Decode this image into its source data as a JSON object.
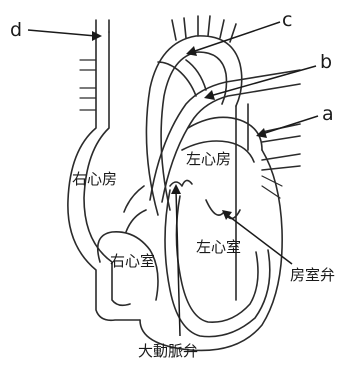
{
  "labels": {
    "d": "d",
    "c": "c",
    "b": "b",
    "a": "a",
    "right_atrium": "右心房",
    "left_atrium": "左心房",
    "right_ventricle": "右心室",
    "left_ventricle": "左心室",
    "av_valve": "房室弁",
    "aortic_valve": "大動脈弁"
  }
}
